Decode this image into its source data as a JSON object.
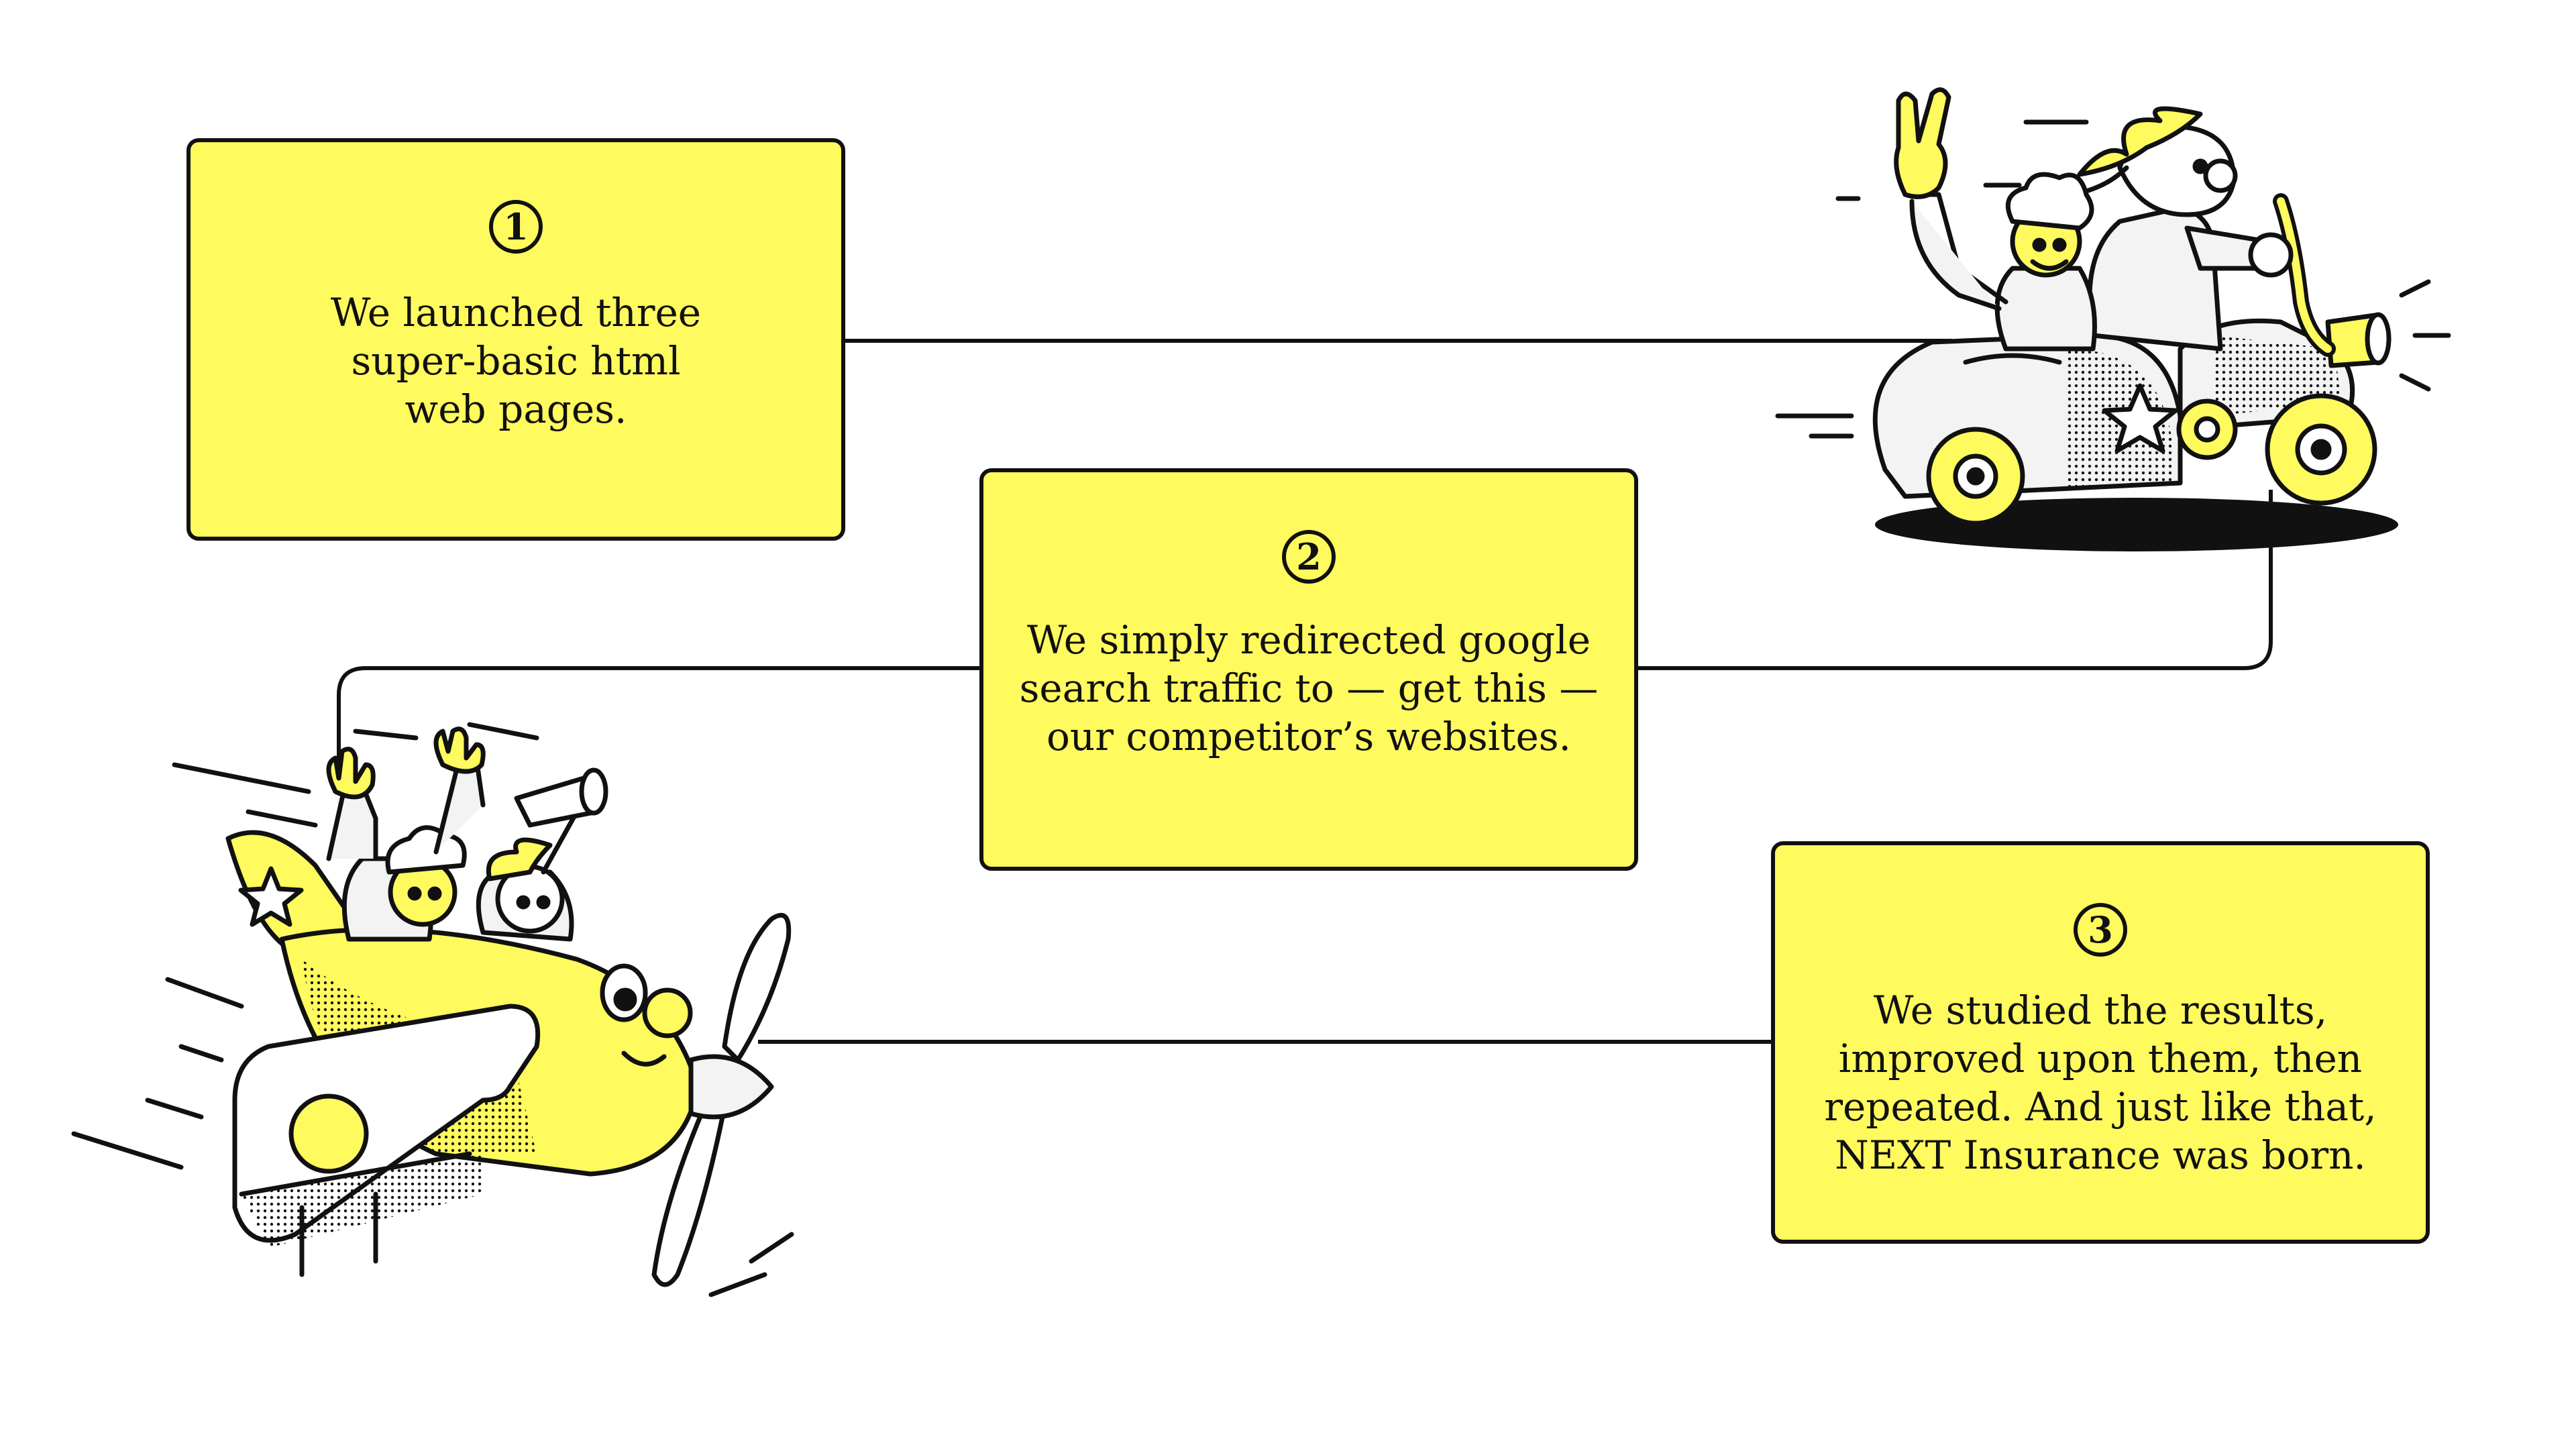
{
  "colors": {
    "box_fill": "#fffa5e",
    "ink": "#111111",
    "background": "#ffffff"
  },
  "steps": [
    {
      "number": "1",
      "text": "We launched three\nsuper-basic html\nweb pages."
    },
    {
      "number": "2",
      "text": "We simply redirected google\nsearch traffic to — get this —\nour competitor’s websites."
    },
    {
      "number": "3",
      "text": "We studied the results,\nimproved upon them, then\nrepeated. And just like that,\nNEXT Insurance was born."
    }
  ],
  "illustrations": {
    "top_right": "motorcycle-sidecar-illustration",
    "bottom_left": "biplane-illustration"
  }
}
